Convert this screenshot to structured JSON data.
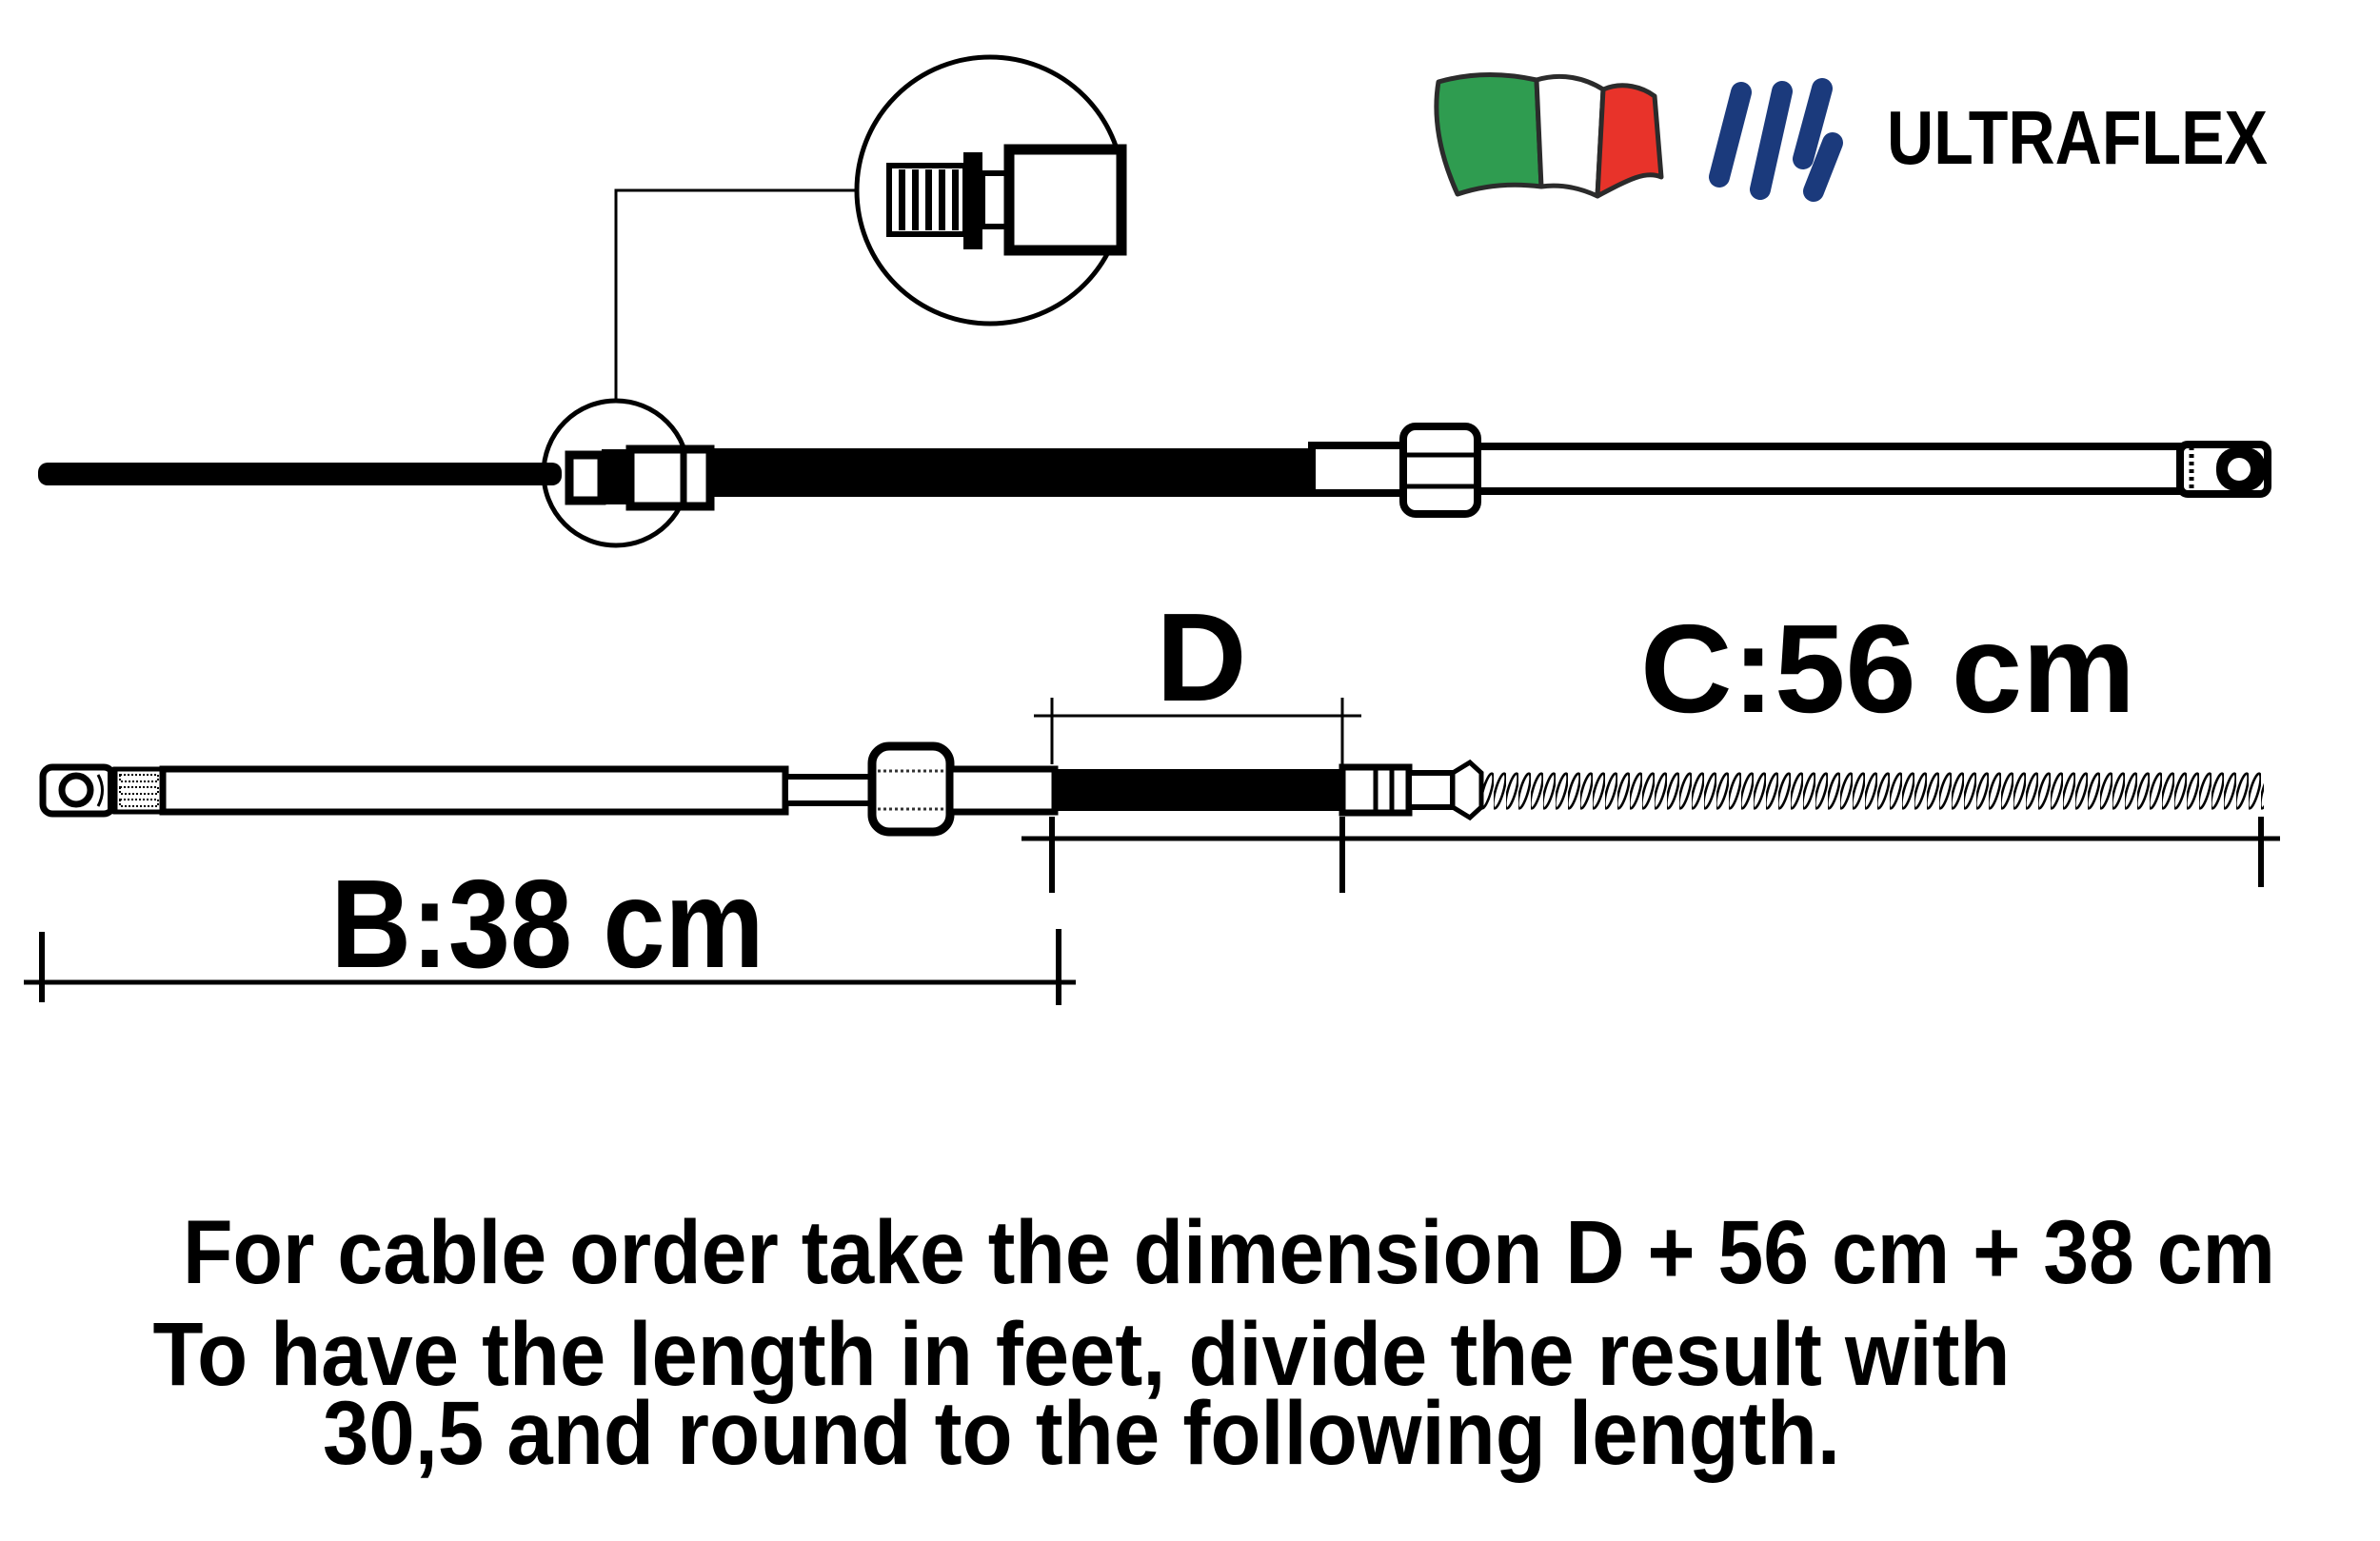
{
  "branding": {
    "company_wordmark": "ULTRAFLEX",
    "brand_blue": "#1b3a7c",
    "flag_green": "#2f9c50",
    "flag_white": "#ffffff",
    "flag_red": "#e8332a"
  },
  "diagram": {
    "labels": {
      "dim_d": "D",
      "dim_c": "C:56 cm",
      "dim_b": "B:38 cm"
    }
  },
  "instructions": {
    "line1": "For cable order take the dimension D + 56 cm + 38 cm",
    "line2": "To have the length in feet, divide the result with",
    "line3": "30,5 and round to the following length."
  }
}
